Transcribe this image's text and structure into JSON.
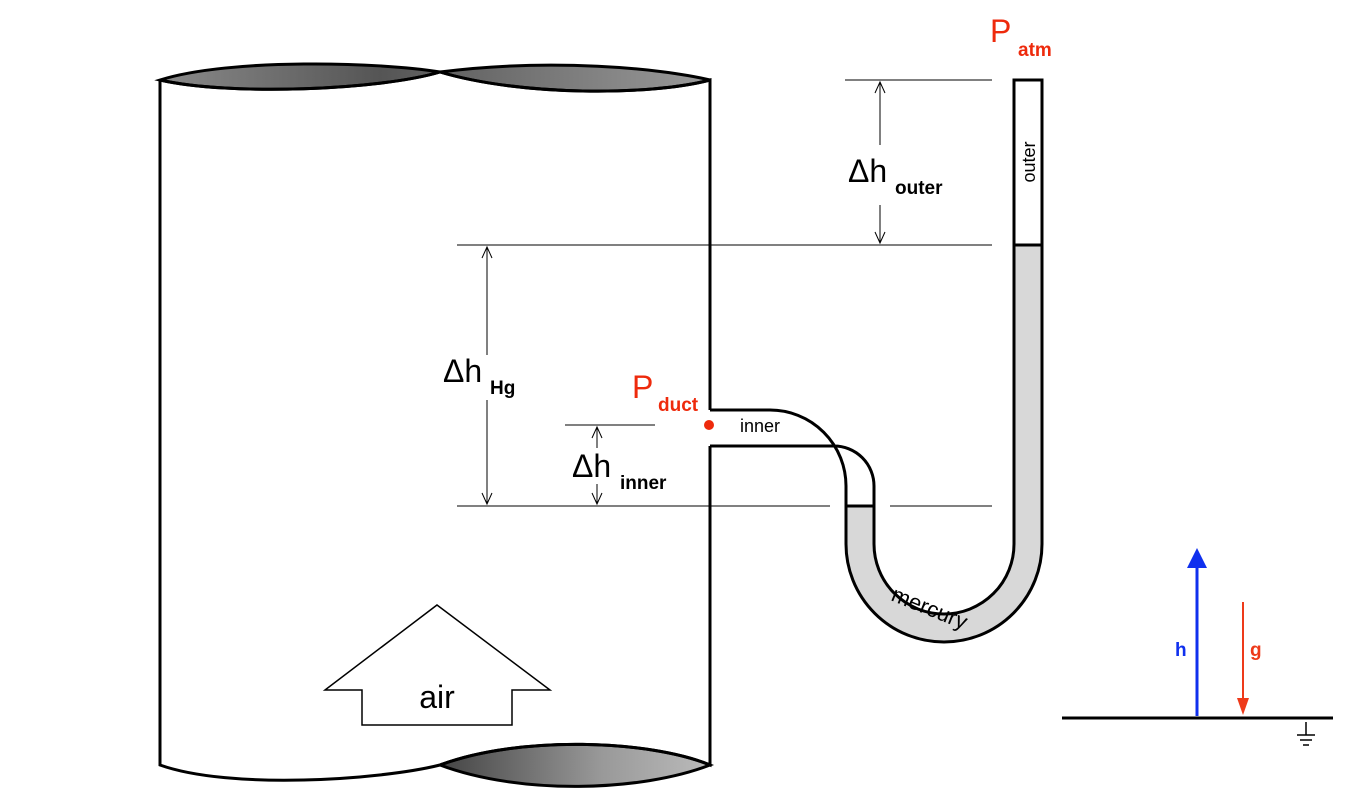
{
  "labels": {
    "p_atm": "P",
    "p_atm_sub": "atm",
    "p_duct": "P",
    "p_duct_sub": "duct",
    "dh_outer": "Δh",
    "dh_outer_sub": "outer",
    "dh_hg": "Δh",
    "dh_hg_sub": "Hg",
    "dh_inner": "Δh",
    "dh_inner_sub": "inner",
    "inner": "inner",
    "outer": "outer",
    "mercury": "mercury",
    "air": "air",
    "h": "h",
    "g": "g"
  },
  "colors": {
    "pressure_label": "#ee2a0c",
    "h_arrow": "#1030ee",
    "g_arrow": "#ee3a1a",
    "mercury_fill": "#d8d8d8",
    "duct_end_dark": "#555555",
    "duct_end_light": "#bbbbbb"
  },
  "icons": {
    "ground": "ground-symbol-icon",
    "flow": "up-arrow-icon"
  }
}
